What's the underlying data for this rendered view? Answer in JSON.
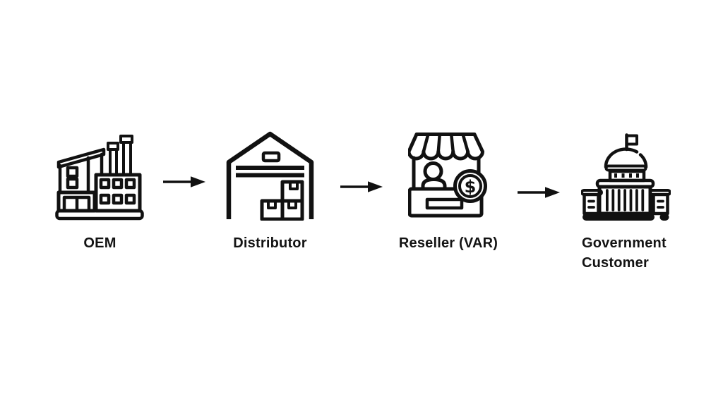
{
  "page": {
    "background_color": "#ffffff",
    "ink_color": "#111111"
  },
  "diagram": {
    "type": "flow",
    "direction": "left-to-right",
    "nodes": [
      {
        "label": "OEM",
        "icon": "factory-icon"
      },
      {
        "label": "Distributor",
        "icon": "warehouse-icon"
      },
      {
        "label": "Reseller (VAR)",
        "icon": "market-stall-icon"
      },
      {
        "label": "Government Customer",
        "icon": "capitol-building-icon"
      }
    ],
    "arrows": [
      {
        "from": "OEM",
        "to": "Distributor"
      },
      {
        "from": "Distributor",
        "to": "Reseller (VAR)"
      },
      {
        "from": "Reseller (VAR)",
        "to": "Government Customer"
      }
    ],
    "coin_symbol": "$"
  }
}
